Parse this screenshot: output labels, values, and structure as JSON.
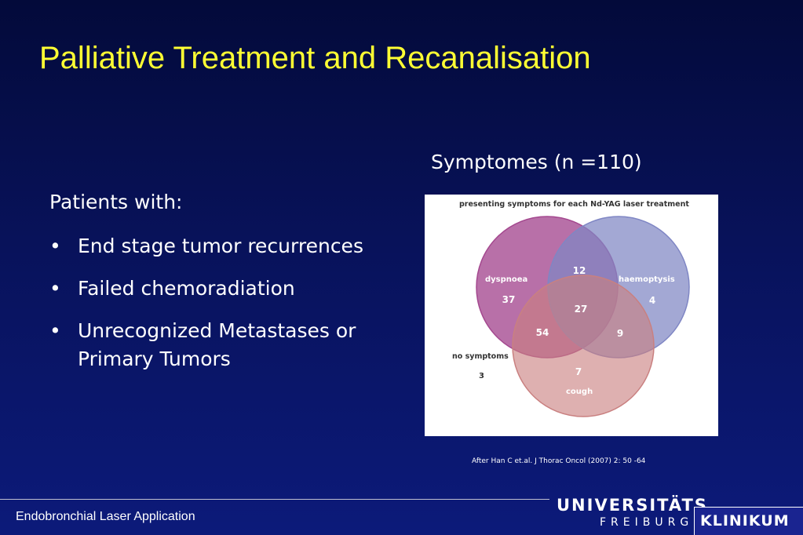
{
  "slide": {
    "title": "Palliative Treatment and Recanalisation",
    "figure_caption": "Symptomes (n =110)",
    "intro": "Patients with:",
    "bullet_glyph": "•",
    "bullets": [
      "End stage tumor recurrences",
      "Failed chemoradiation",
      "Unrecognized Metastases or Primary Tumors"
    ],
    "citation": "After Han C et.al. J Thorac Oncol (2007) 2: 50 -64"
  },
  "venn": {
    "title": "presenting symptoms for each Nd-YAG laser treatment",
    "sets": [
      {
        "name": "dyspnoea",
        "color": "#a4488f"
      },
      {
        "name": "haemoptysis",
        "color": "#7f86c4"
      },
      {
        "name": "cough",
        "color": "#c98080"
      }
    ],
    "regions": {
      "dyspnoea_only": "37",
      "haemoptysis_only": "4",
      "cough_only": "7",
      "dyspnoea_haemoptysis": "12",
      "dyspnoea_cough": "54",
      "haemoptysis_cough": "9",
      "all_three": "27"
    },
    "outside": {
      "label": "no symptoms",
      "value": "3"
    }
  },
  "footer": {
    "text": "Endobronchial Laser Application",
    "logo_top": "UNIVERSITÄTS",
    "logo_bottom": "FREIBURG",
    "logo_right": "KLINIKUM"
  }
}
